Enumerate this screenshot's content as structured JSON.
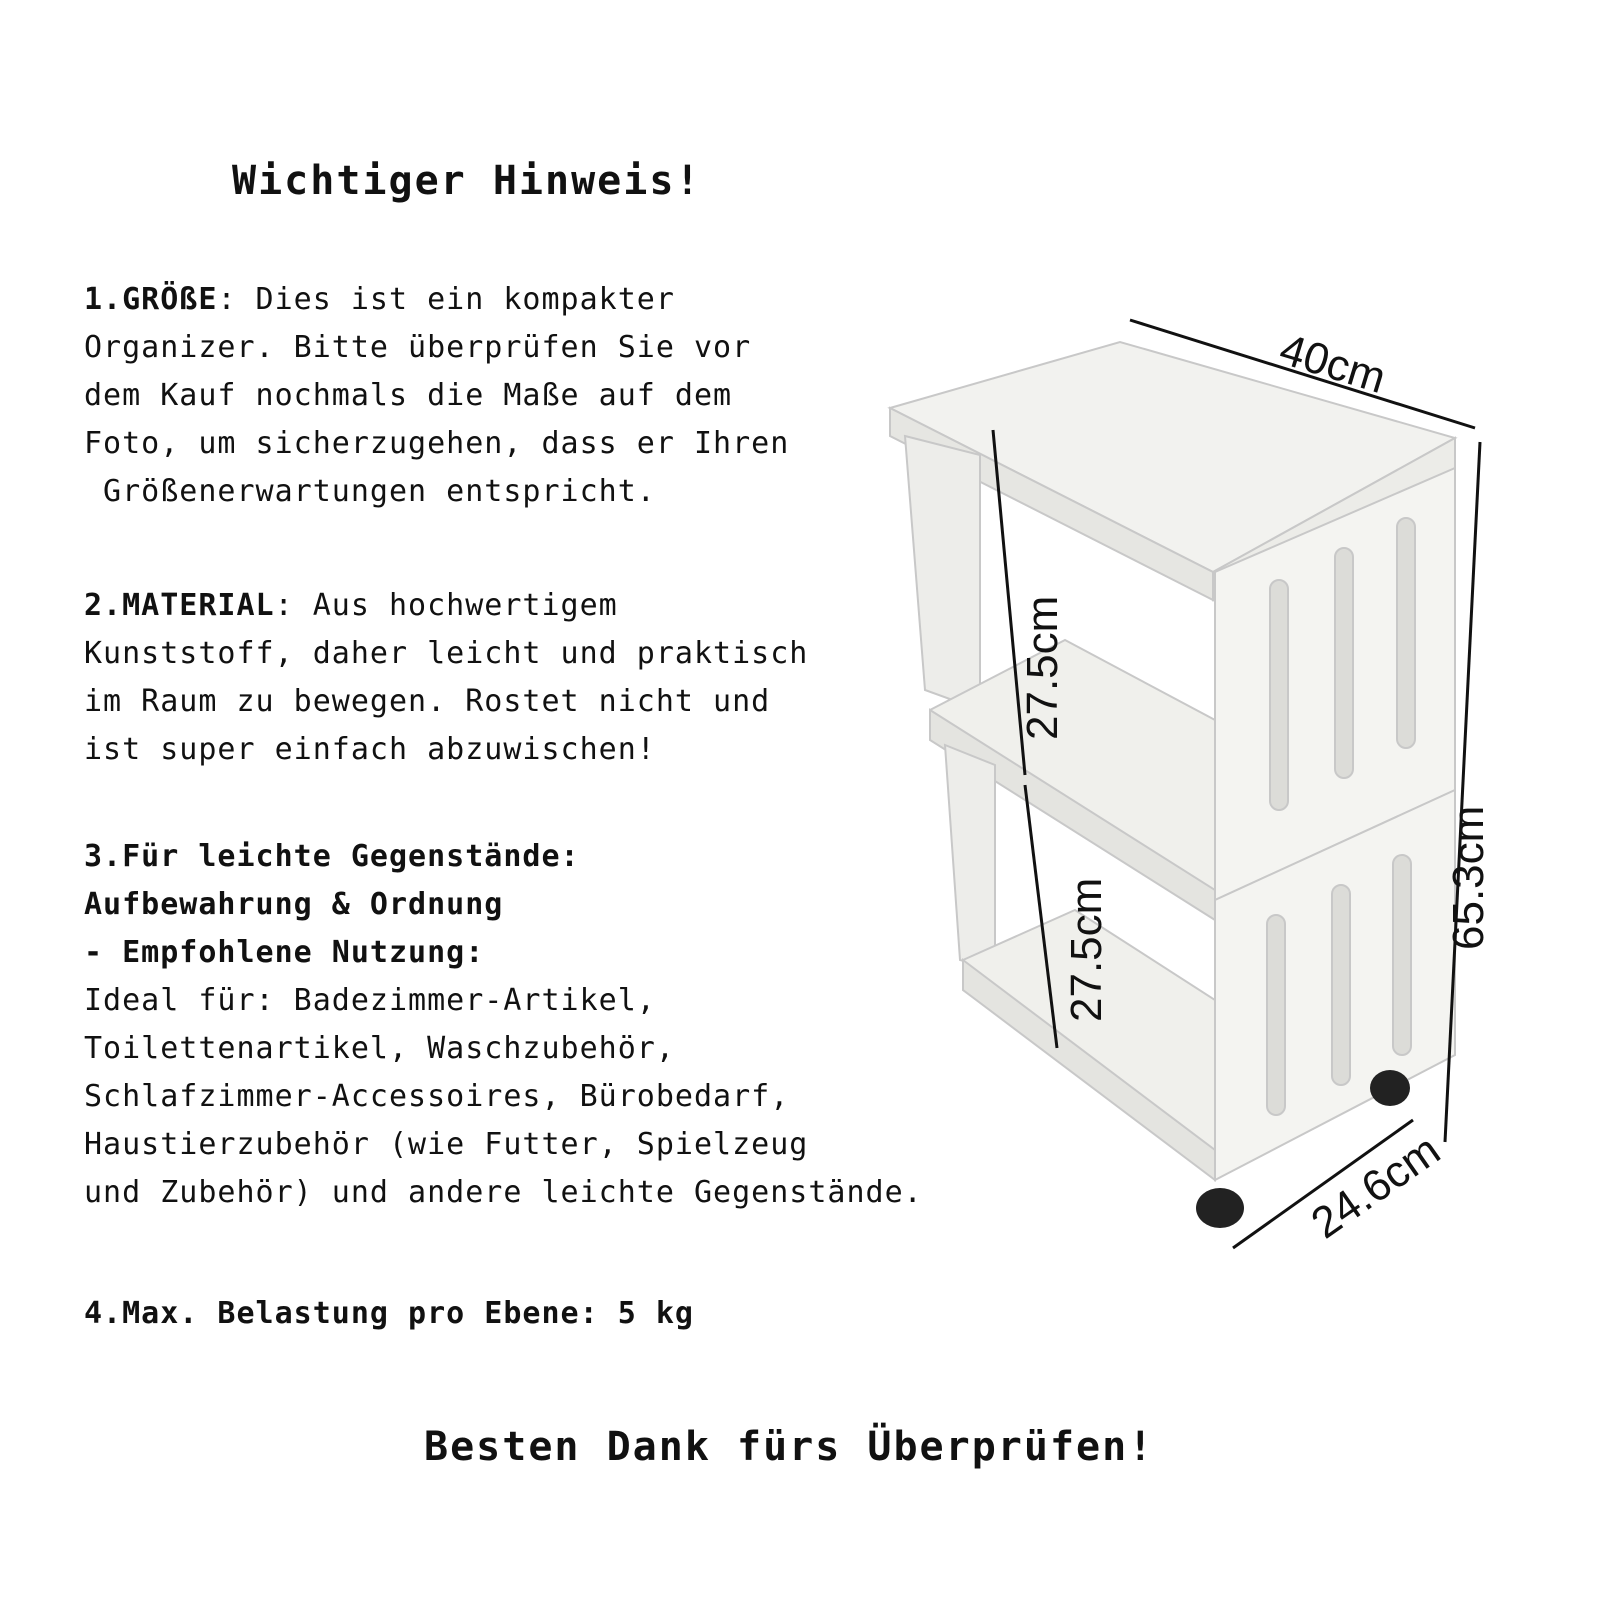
{
  "heading": "Wichtiger Hinweis!",
  "sections": {
    "size": {
      "label": "1.GRÖßE",
      "lines": [
        ": Dies ist ein kompakter",
        "Organizer. Bitte überprüfen Sie vor",
        "dem Kauf nochmals die Maße auf dem",
        "Foto, um sicherzugehen, dass er Ihren",
        " Größenerwartungen entspricht."
      ]
    },
    "material": {
      "label": "2.MATERIAL",
      "lines": [
        ": Aus hochwertigem",
        "Kunststoff, daher leicht und praktisch",
        "im Raum zu bewegen. Rostet nicht und",
        "ist super einfach abzuwischen!"
      ]
    },
    "usage": {
      "bold_lines": [
        "3.Für leichte Gegenstände:",
        "Aufbewahrung & Ordnung",
        "- Empfohlene Nutzung:"
      ],
      "lines": [
        "Ideal für: Badezimmer-Artikel,",
        "Toilettenartikel, Waschzubehör,",
        "Schlafzimmer-Accessoires, Bürobedarf,",
        "Haustierzubehör (wie Futter, Spielzeug",
        "und Zubehör) und andere leichte Gegenstände."
      ]
    },
    "load": {
      "text": "4.Max. Belastung pro Ebene: 5 kg"
    }
  },
  "footer": "Besten Dank fürs Überprüfen!",
  "dimensions": {
    "width": "40cm",
    "shelf_height_top": "27.5cm",
    "shelf_height_bottom": "27.5cm",
    "total_height": "65.3cm",
    "depth": "24.6cm"
  }
}
